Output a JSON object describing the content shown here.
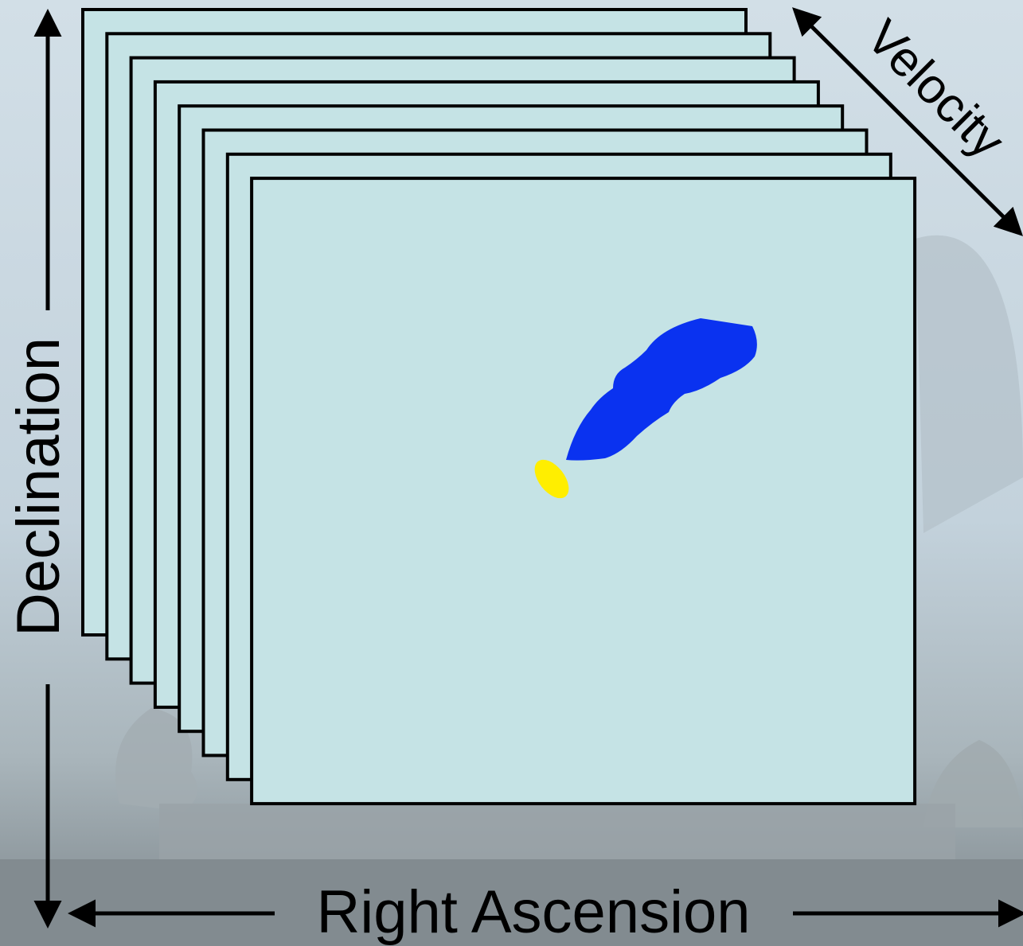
{
  "axes": {
    "declination_label": "Declination",
    "right_ascension_label": "Right Ascension",
    "velocity_label": "Velocity"
  },
  "cube": {
    "channel_count": 8,
    "panel_fill": "#c5e3e5",
    "panel_stroke": "#000000"
  },
  "emission": {
    "main_source_color": "#0a32f0",
    "compact_source_color": "#ffee00"
  },
  "background": {
    "sky_color": "#c8d7e1",
    "ground_color": "#8c959a",
    "description_visible": false
  }
}
